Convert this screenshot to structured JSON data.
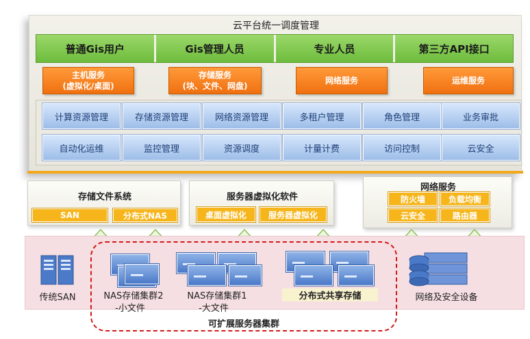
{
  "platform": {
    "title": "云平台统一调度管理",
    "users": [
      "普通Gis用户",
      "Gis管理人员",
      "专业人员",
      "第三方API接口"
    ],
    "core_services": [
      {
        "line1": "主机服务",
        "line2": "(虚拟化/桌面)"
      },
      {
        "line1": "存储服务",
        "line2": "(块、文件、网盘)"
      },
      {
        "line1": "网络服务",
        "line2": ""
      },
      {
        "line1": "运维服务",
        "line2": ""
      }
    ],
    "mgmt_row1": [
      "计算资源管理",
      "存储资源管理",
      "网络资源管理",
      "多租户管理",
      "角色管理",
      "业务审批"
    ],
    "mgmt_row2": [
      "自动化运维",
      "监控管理",
      "资源调度",
      "计量计费",
      "访问控制",
      "云安全"
    ]
  },
  "storage_fs": {
    "title": "存储文件系统",
    "items": [
      "SAN",
      "分布式NAS"
    ]
  },
  "server_virt": {
    "title": "服务器虚拟化软件",
    "items": [
      "桌面虚拟化",
      "服务器虚拟化"
    ]
  },
  "network_svc": {
    "title": "网络服务",
    "items": [
      "防火墙",
      "负载均衡",
      "云安全",
      "路由器"
    ]
  },
  "infra": {
    "traditional_san": "传统SAN",
    "nas_cluster2_line1": "NAS存储集群2",
    "nas_cluster2_line2": "-小文件",
    "nas_cluster1_line1": "NAS存储集群1",
    "nas_cluster1_line2": "-大文件",
    "distributed_storage": "分布式共享存储",
    "network_security": "网络及安全设备",
    "scalable_cluster": "可扩展服务器集群"
  },
  "colors": {
    "green": "#7cc64a",
    "orange": "#f58220",
    "blue": "#a9c6ee",
    "yellow": "#f6b51b",
    "dash": "#d21818"
  }
}
